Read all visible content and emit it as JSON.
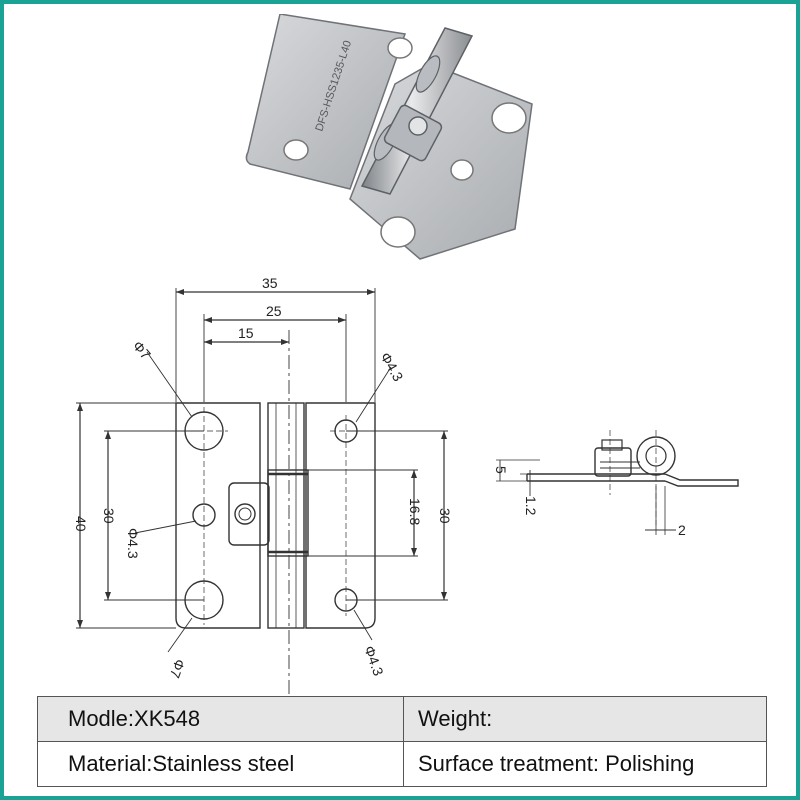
{
  "product_photo": {
    "engraving": "DFS-HSS1235-L40",
    "metal_color": "#c4c6c8",
    "metal_shadow": "#8d9094"
  },
  "drawing": {
    "dims": {
      "width_total": "35",
      "width_25": "25",
      "width_15": "15",
      "height_total": "40",
      "height_holes_left": "30",
      "height_holes_right": "30",
      "knuckle_length": "16.8",
      "hole_big_top": "Φ7",
      "hole_big_bottom": "Φ7",
      "hole_small_mid": "Φ4.3",
      "hole_small_top_right": "Φ4.3",
      "hole_small_bottom_right": "Φ4.3",
      "side_height": "5",
      "side_thickness": "1.2",
      "side_offset": "2"
    },
    "line_color": "#333333"
  },
  "spec_table": {
    "model": "Modle:XK548",
    "weight": "Weight:",
    "material": "Material:Stainless steel",
    "surface": "Surface treatment: Polishing"
  },
  "colors": {
    "frame_border": "#1aa394",
    "table_header_bg": "#e6e6e6"
  }
}
